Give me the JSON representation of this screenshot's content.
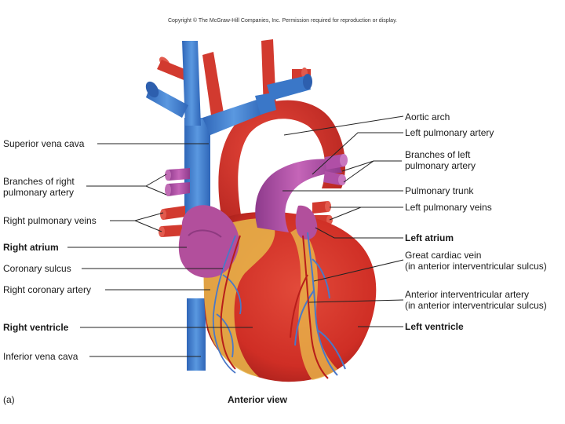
{
  "copyright": "Copyright © The McGraw-Hill Companies, Inc. Permission required for reproduction or display.",
  "panel_letter": "(a)",
  "view_caption": "Anterior view",
  "colors": {
    "vein_blue": "#3f7fd0",
    "artery_red": "#d8352c",
    "pulmonary_purple": "#b04fa6",
    "fat_yellow": "#e8b84a",
    "leader_line": "#222222"
  },
  "left_labels": {
    "superior_vena_cava": "Superior vena cava",
    "branches_right_pulmonary_artery_1": "Branches of right",
    "branches_right_pulmonary_artery_2": "pulmonary artery",
    "right_pulmonary_veins": "Right pulmonary veins",
    "right_atrium": "Right atrium",
    "coronary_sulcus": "Coronary sulcus",
    "right_coronary_artery": "Right coronary artery",
    "right_ventricle": "Right ventricle",
    "inferior_vena_cava": "Inferior vena cava"
  },
  "right_labels": {
    "aortic_arch": "Aortic arch",
    "left_pulmonary_artery": "Left pulmonary artery",
    "branches_left_pulmonary_artery_1": "Branches of left",
    "branches_left_pulmonary_artery_2": "pulmonary artery",
    "pulmonary_trunk": "Pulmonary trunk",
    "left_pulmonary_veins": "Left pulmonary veins",
    "left_atrium": "Left atrium",
    "great_cardiac_vein_1": "Great cardiac vein",
    "great_cardiac_vein_2": "(in anterior interventricular sulcus)",
    "anterior_interventricular_artery_1": "Anterior interventricular artery",
    "anterior_interventricular_artery_2": "(in anterior interventricular sulcus)",
    "left_ventricle": "Left ventricle"
  }
}
